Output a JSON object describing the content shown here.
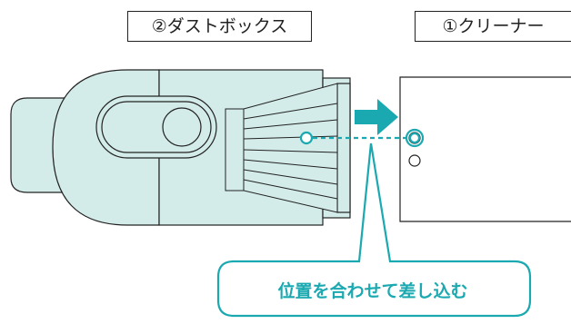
{
  "labels": {
    "dust_box": "②ダストボックス",
    "cleaner": "①クリーナー"
  },
  "callout": {
    "text": "位置を合わせて差し込む"
  },
  "colors": {
    "body_fill": "#d3ece9",
    "outline": "#222222",
    "accent": "#1aa9b0"
  }
}
